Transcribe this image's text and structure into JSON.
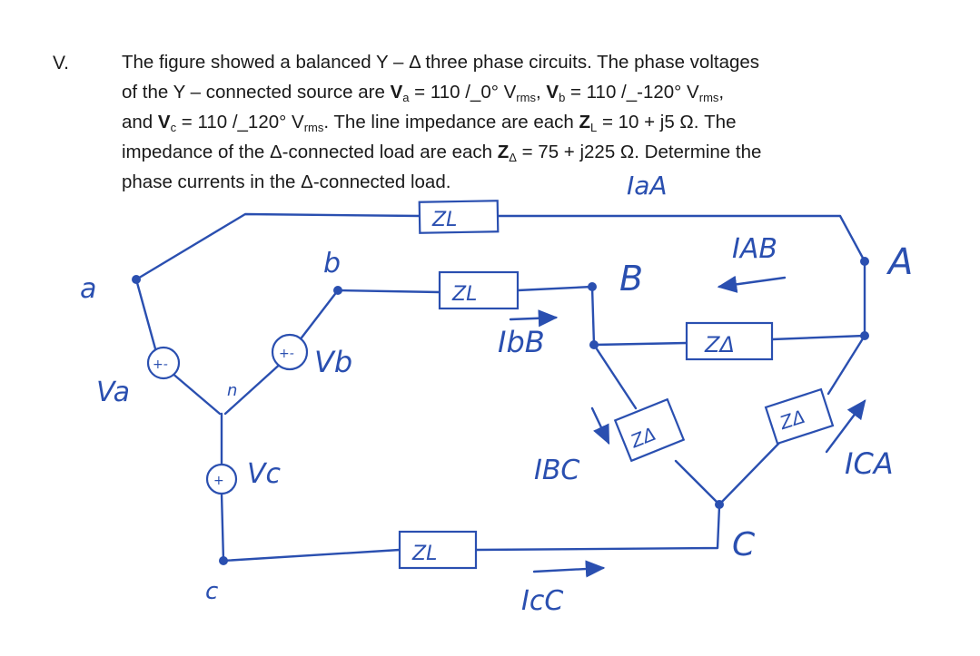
{
  "problem": {
    "number": "V.",
    "line1": "The figure showed a balanced Y – Δ three phase circuits. The phase voltages",
    "line2_pre": "of the Y – connected source are ",
    "va_sym": "V",
    "va_sub": "a",
    "va_val": " = 110 /_0° V",
    "rms1": "rms",
    "vb_sym": "V",
    "vb_sub": "b",
    "vb_val": " = 110 /_-120° V",
    "rms2": "rms",
    "line3_pre": "and ",
    "vc_sym": "V",
    "vc_sub": "c",
    "vc_val": " = 110 /_120° V",
    "rms3": "rms",
    "line3_mid": ".  The line impedance are each ",
    "zl_sym": "Z",
    "zl_sub": "L",
    "zl_val": " = 10 + j5 Ω. The",
    "line4_pre": "impedance of the Δ-connected load are each ",
    "zd_sym": "Z",
    "zd_sub": "Δ",
    "zd_val": " = 75 + j225 Ω. Determine the",
    "line5": "phase currents in the Δ-connected load."
  },
  "diagram": {
    "node_a": "a",
    "node_b": "b",
    "node_c": "c",
    "node_n": "n",
    "node_A": "A",
    "node_B": "B",
    "node_C": "C",
    "src_va": "Va",
    "src_vb": "Vb",
    "src_vc": "Vc",
    "zl_top": "ZL",
    "zl_mid": "ZL",
    "zl_bot": "ZL",
    "zd_ab": "ZΔ",
    "zd_bc": "ZΔ",
    "zd_ca": "ZΔ",
    "i_aa": "IaA",
    "i_bb": "IbB",
    "i_cc": "IcC",
    "i_ab": "IAB",
    "i_bc": "IBC",
    "i_ca": "ICA",
    "ink_color": "#2a4fb0"
  }
}
